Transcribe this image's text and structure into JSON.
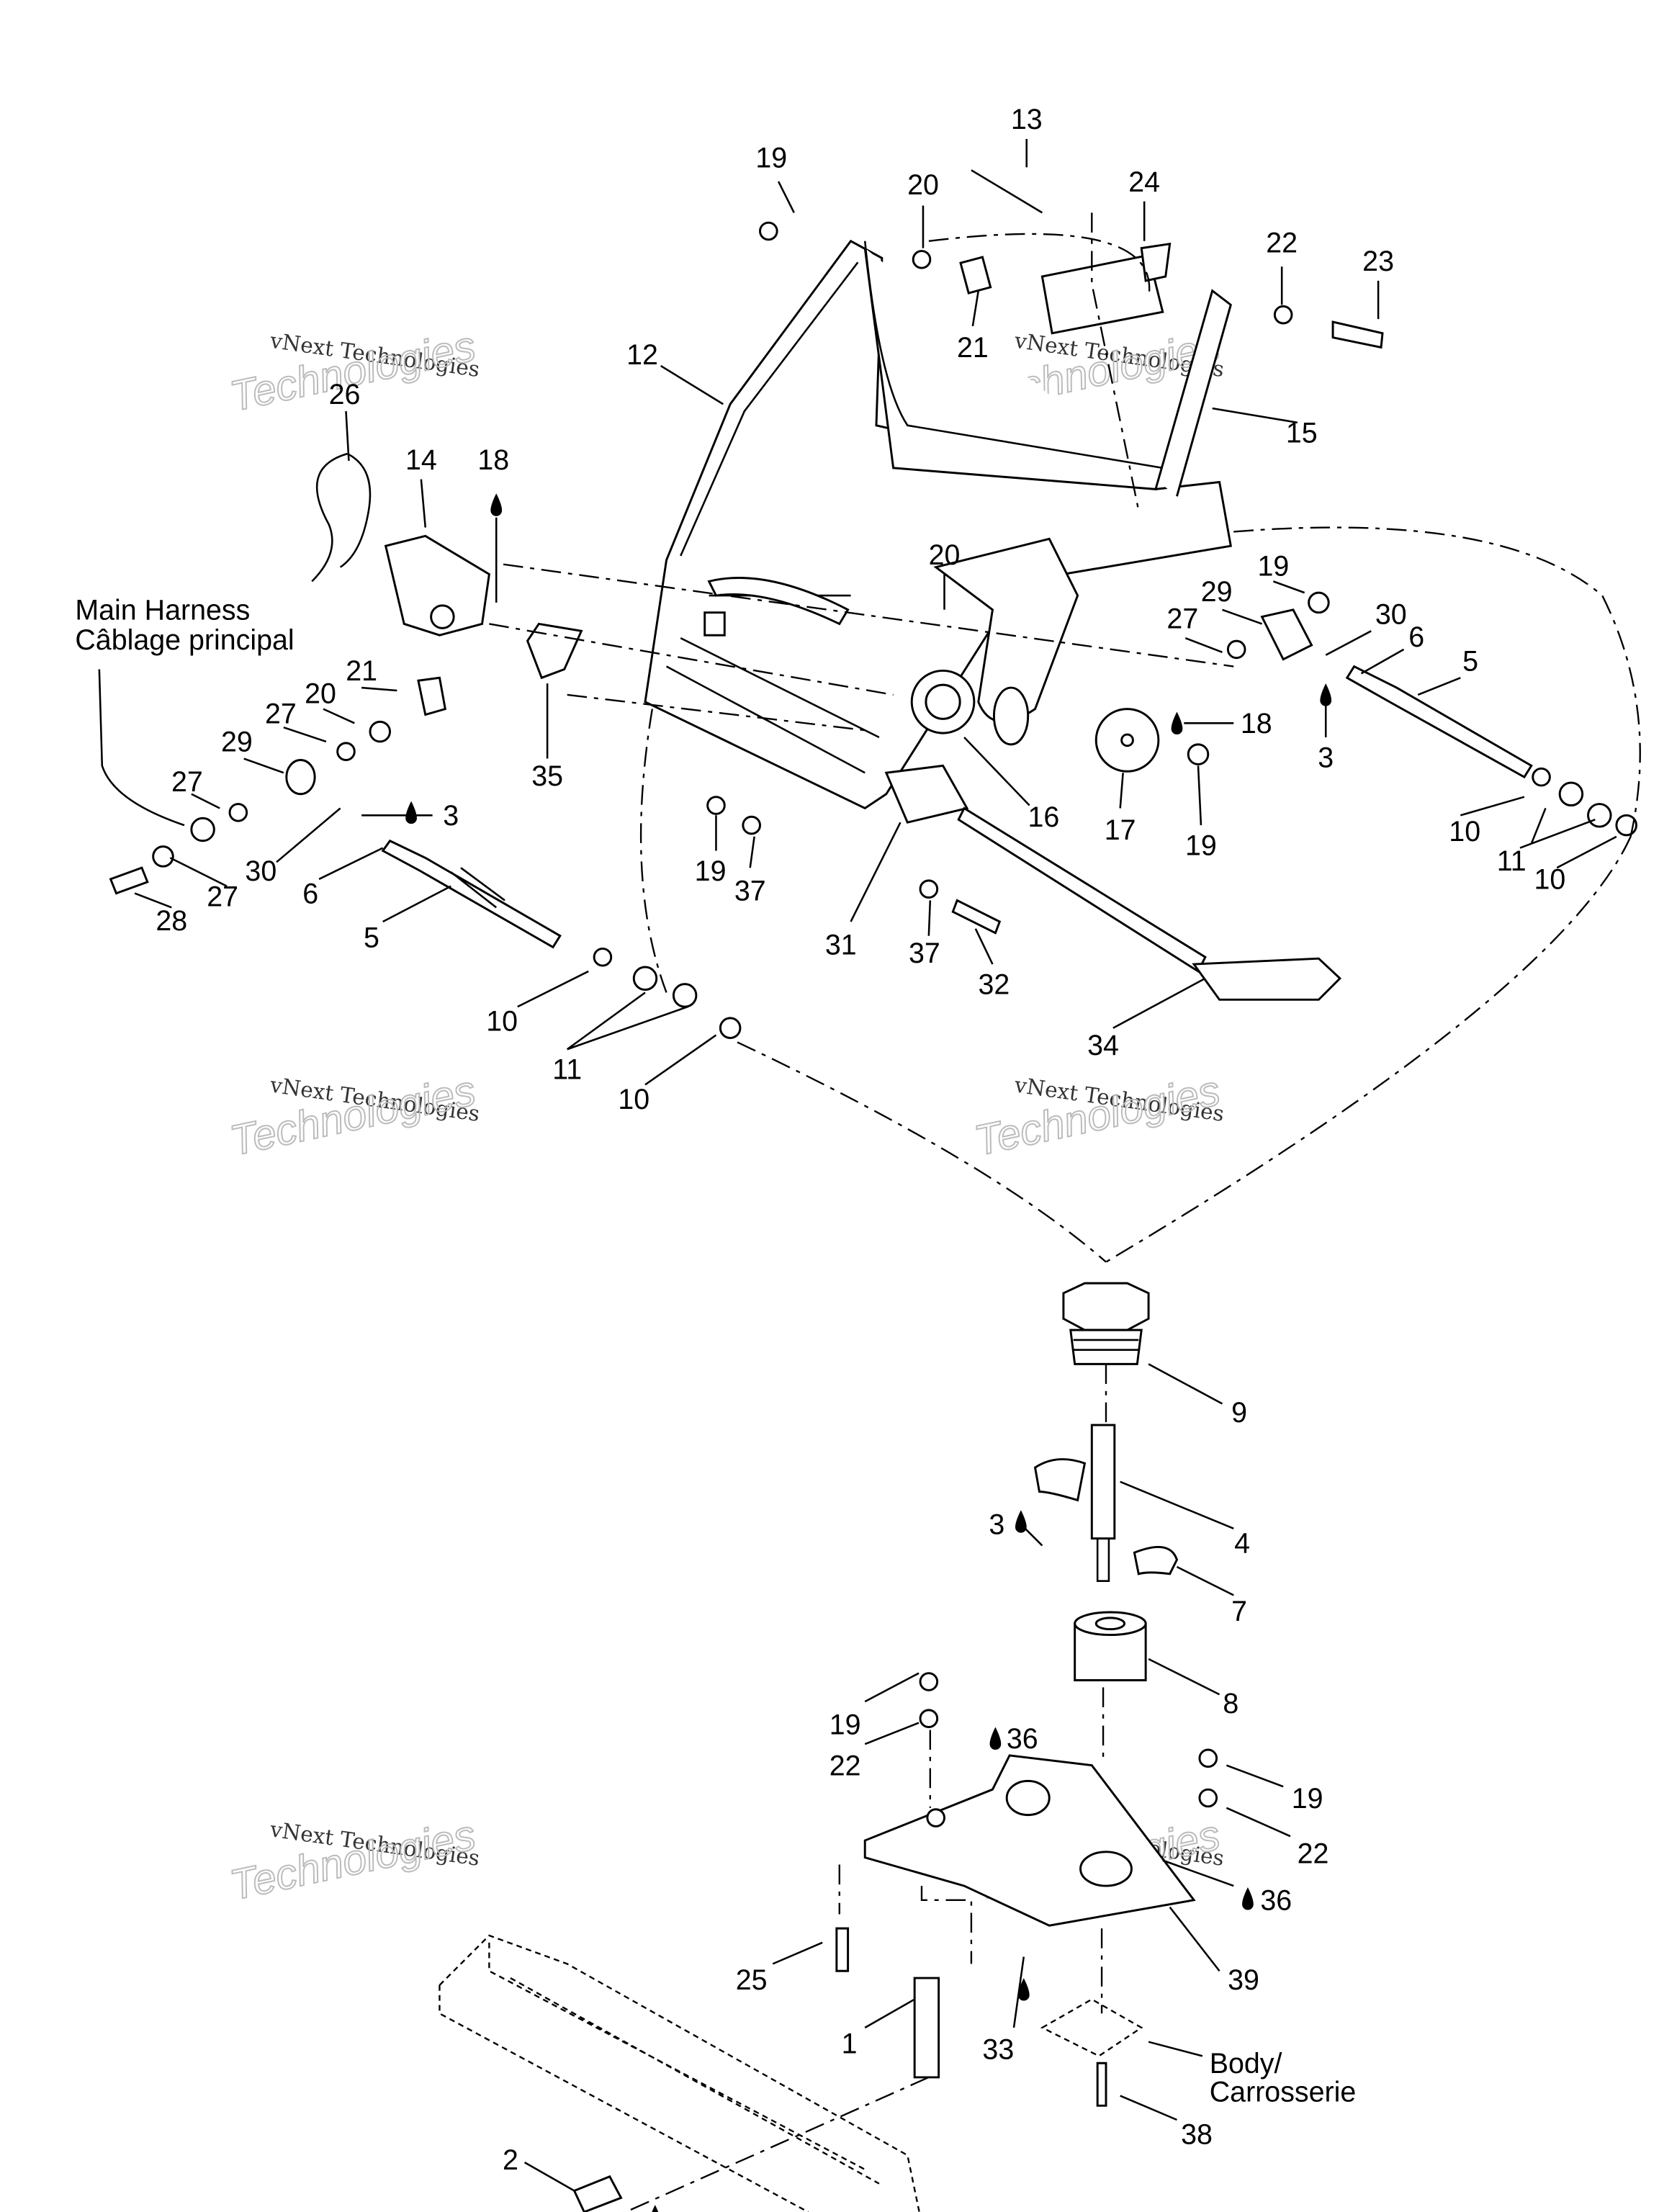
{
  "title": "Exploded parts diagram - steering / throttle linkage",
  "callouts": [
    "13",
    "19",
    "20",
    "24",
    "22",
    "23",
    "21",
    "12",
    "26",
    "15",
    "14",
    "18",
    "20",
    "19",
    "29",
    "30",
    "27",
    "6",
    "5",
    "21",
    "20",
    "27",
    "18",
    "3",
    "29",
    "35",
    "16",
    "27",
    "3",
    "17",
    "10",
    "19",
    "11",
    "30",
    "19",
    "10",
    "27",
    "6",
    "37",
    "28",
    "5",
    "31",
    "37",
    "32",
    "10",
    "34",
    "11",
    "10",
    "9",
    "4",
    "3",
    "7",
    "8",
    "36",
    "19",
    "22",
    "19",
    "22",
    "36",
    "25",
    "39",
    "1",
    "33",
    "38",
    "2"
  ],
  "notes": {
    "harness_en": "Main Harness",
    "harness_fr": "Câblage principal",
    "body_en": "Body/",
    "body_fr": "Carrosserie"
  },
  "watermark": {
    "line1": "vNext Technologies",
    "line2": "Technologies",
    "line3": "vNext"
  }
}
